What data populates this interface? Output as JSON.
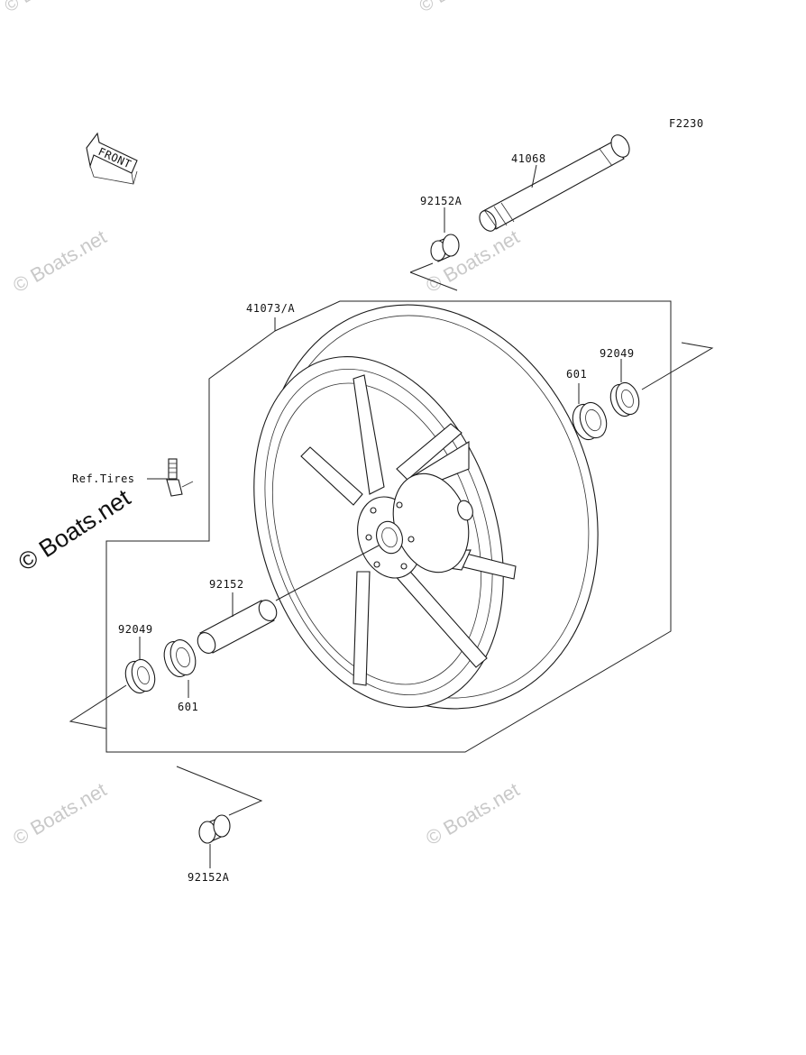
{
  "figure_code": "F2230",
  "front_arrow_text": "FRONT",
  "watermark": "© Boats.net",
  "watermark_prominent": "© Boats.net",
  "labels": {
    "axle": "41068",
    "collar_top": "92152A",
    "wheel": "41073/A",
    "seal_right": "92049",
    "bearing_right": "601",
    "valve": "Ref.Tires",
    "collar_mid": "92152",
    "seal_left": "92049",
    "bearing_left": "601",
    "collar_bottom": "92152A"
  }
}
